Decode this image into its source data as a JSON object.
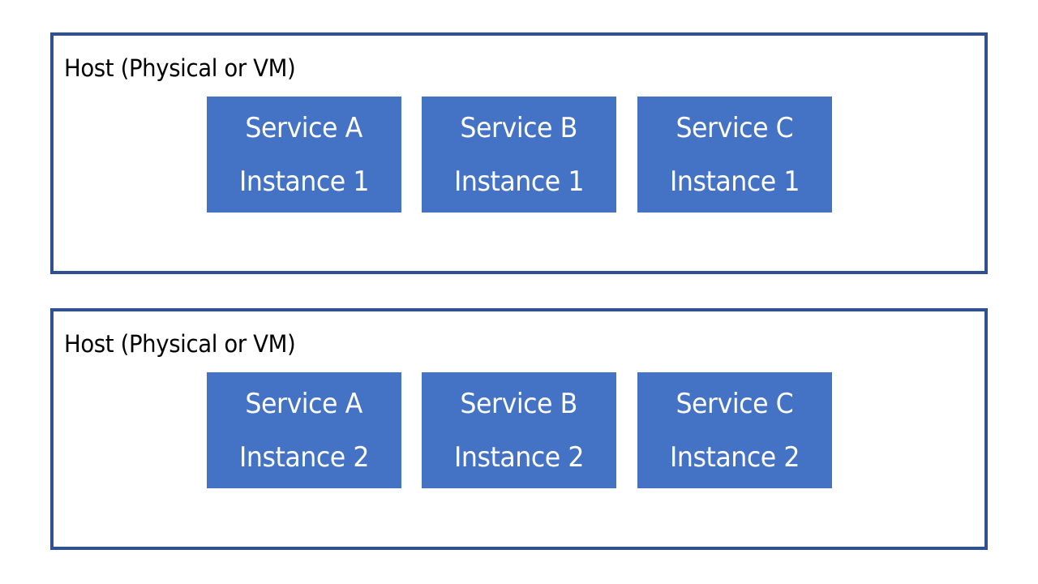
{
  "colors": {
    "host_border": "#2f528f",
    "service_fill": "#4472c4",
    "service_text": "#ffffff",
    "background": "#ffffff"
  },
  "hosts": [
    {
      "label": "Host (Physical or VM)",
      "services": [
        {
          "name": "Service A",
          "instance": "Instance 1"
        },
        {
          "name": "Service B",
          "instance": "Instance 1"
        },
        {
          "name": "Service C",
          "instance": "Instance 1"
        }
      ]
    },
    {
      "label": "Host (Physical or VM)",
      "services": [
        {
          "name": "Service A",
          "instance": "Instance 2"
        },
        {
          "name": "Service B",
          "instance": "Instance 2"
        },
        {
          "name": "Service C",
          "instance": "Instance 2"
        }
      ]
    }
  ]
}
